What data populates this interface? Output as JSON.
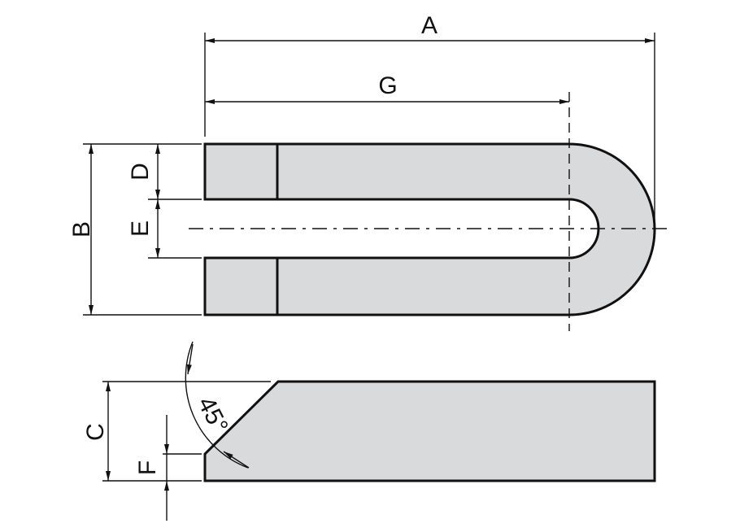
{
  "diagram": {
    "labels": {
      "A": "A",
      "G": "G",
      "B": "B",
      "D": "D",
      "E": "E",
      "C": "C",
      "F": "F",
      "angle": "45°"
    },
    "colors": {
      "part_fill": "#d9dadb",
      "line": "#111111",
      "background": "#ffffff"
    }
  }
}
